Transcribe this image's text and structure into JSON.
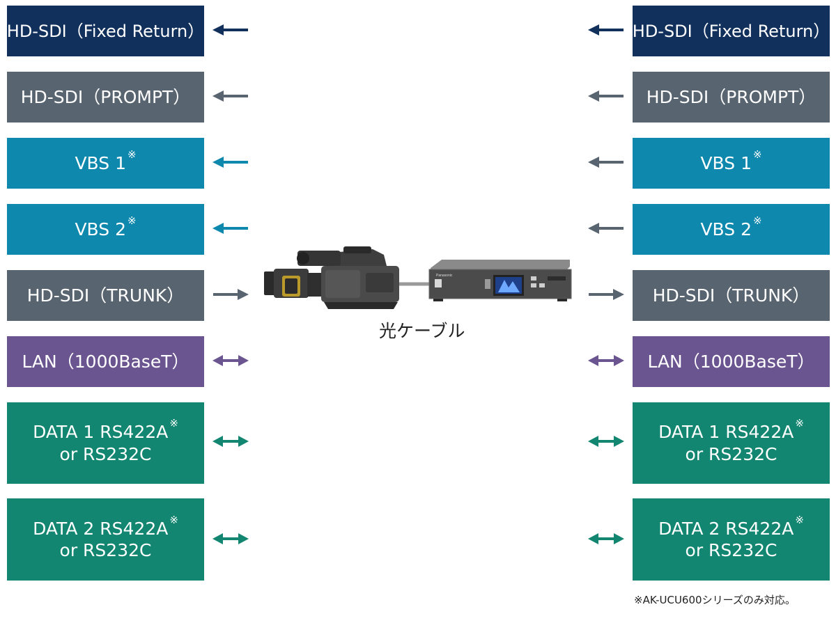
{
  "left": {
    "hd_fixed": "HD-SDI（Fixed Return）",
    "hd_prompt": "HD-SDI（PROMPT）",
    "vbs1": "VBS 1",
    "vbs2": "VBS 2",
    "hd_trunk": "HD-SDI（TRUNK）",
    "lan": "LAN（1000BaseT）",
    "data1_line1": "DATA 1 RS422A",
    "data1_line2": "or RS232C",
    "data2_line1": "DATA 2 RS422A",
    "data2_line2": "or RS232C"
  },
  "right": {
    "hd_fixed": "HD-SDI（Fixed Return）",
    "hd_prompt": "HD-SDI（PROMPT）",
    "vbs1": "VBS 1",
    "vbs2": "VBS 2",
    "hd_trunk": "HD-SDI（TRUNK）",
    "lan": "LAN（1000BaseT）",
    "data1_line1": "DATA 1 RS422A",
    "data1_line2": "or RS232C",
    "data2_line1": "DATA 2 RS422A",
    "data2_line2": "or RS232C"
  },
  "mark": "※",
  "cable_label": "光ケーブル",
  "footnote": "※AK-UCU600シリーズのみ対応。",
  "device_brand": "Panasonic",
  "colors": {
    "navy": "#12305c",
    "slate": "#58646f",
    "teal": "#0f88ae",
    "purple": "#6b5590",
    "green": "#128670"
  }
}
